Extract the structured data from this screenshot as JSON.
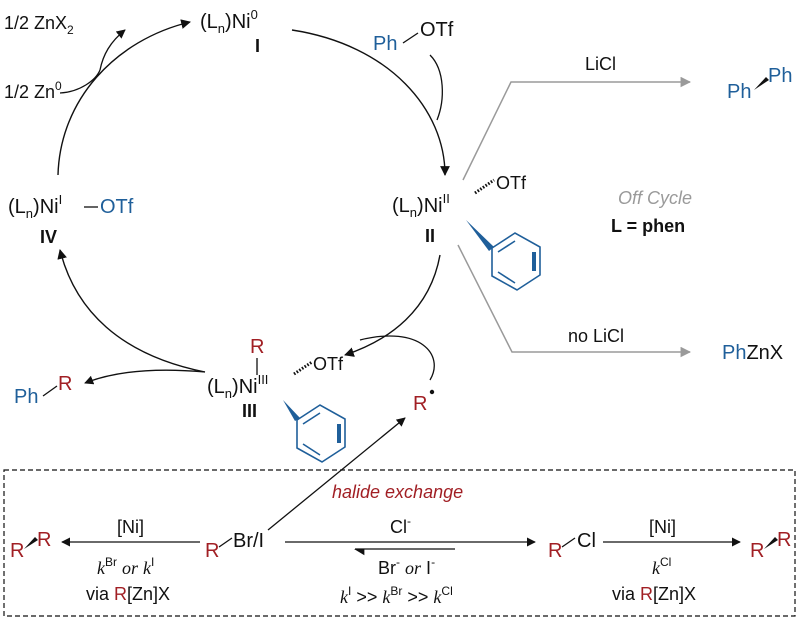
{
  "colors": {
    "text": "#111111",
    "ph_blue": "#1f5f9a",
    "alkyl_red": "#a11f24",
    "offcycle_gray": "#9a9a9a"
  },
  "cycle": {
    "zn_product": "1/2 ZnX",
    "zn_product_sub": "2",
    "zn_reductant": "1/2 Zn",
    "zn_reductant_sup": "0",
    "cat_I_L": "(L",
    "cat_I_n": "n",
    "cat_I_rest": ")Ni",
    "cat_I_sup": "0",
    "label_I": "I",
    "photf_ph": "Ph",
    "photf_otf": "OTf",
    "cat_II_prefix": "(L",
    "cat_II_n": "n",
    "cat_II_ni": ")Ni",
    "cat_II_sup": "II",
    "cat_II_otf": "OTf",
    "label_II": "II",
    "cat_III_prefix": "(L",
    "cat_III_n": "n",
    "cat_III_ni": ")Ni",
    "cat_III_sup": "III",
    "cat_III_otf": "OTf",
    "cat_III_R": "R",
    "label_III": "III",
    "cat_IV_prefix": "(L",
    "cat_IV_n": "n",
    "cat_IV_ni": ")Ni",
    "cat_IV_sup": "I",
    "cat_IV_otf": "OTf",
    "label_IV": "IV",
    "product_ph": "Ph",
    "product_r": "R",
    "radical_r": "R"
  },
  "off_cycle": {
    "title": "Off Cycle",
    "ligand": "L = phen",
    "licl": "LiCl",
    "biaryl_ph1": "Ph",
    "biaryl_ph2": "Ph",
    "no_licl": "no LiCl",
    "phznx_ph": "Ph",
    "phznx_rest": "ZnX"
  },
  "halide_box": {
    "title": "halide exchange",
    "rbr_r": "R",
    "rbr_x": "Br/I",
    "cl_reagent": "Cl",
    "cl_minus": "-",
    "br_reagent": "Br",
    "br_minus": "-",
    "or_word": "or",
    "i_reagent": "I",
    "i_minus": "-",
    "rcl_r": "R",
    "rcl_cl": "Cl",
    "left_cat": "[Ni]",
    "left_k": "k",
    "left_k_sup1": "Br",
    "left_or": "or",
    "left_k2": "k",
    "left_k_sup2": "I",
    "left_via": "via ",
    "left_via_r": "R",
    "left_via_rest": "[Zn]X",
    "left_prod_r1": "R",
    "left_prod_r2": "R",
    "right_cat": "[Ni]",
    "right_k": "k",
    "right_k_sup": "Cl",
    "right_via": "via ",
    "right_via_r": "R",
    "right_via_rest": "[Zn]X",
    "right_prod_r1": "R",
    "right_prod_r2": "R",
    "rates_k1": "k",
    "rates_s1": "I",
    "rates_gt1": " >> ",
    "rates_k2": "k",
    "rates_s2": "Br",
    "rates_gt2": " >> ",
    "rates_k3": "k",
    "rates_s3": "Cl"
  }
}
